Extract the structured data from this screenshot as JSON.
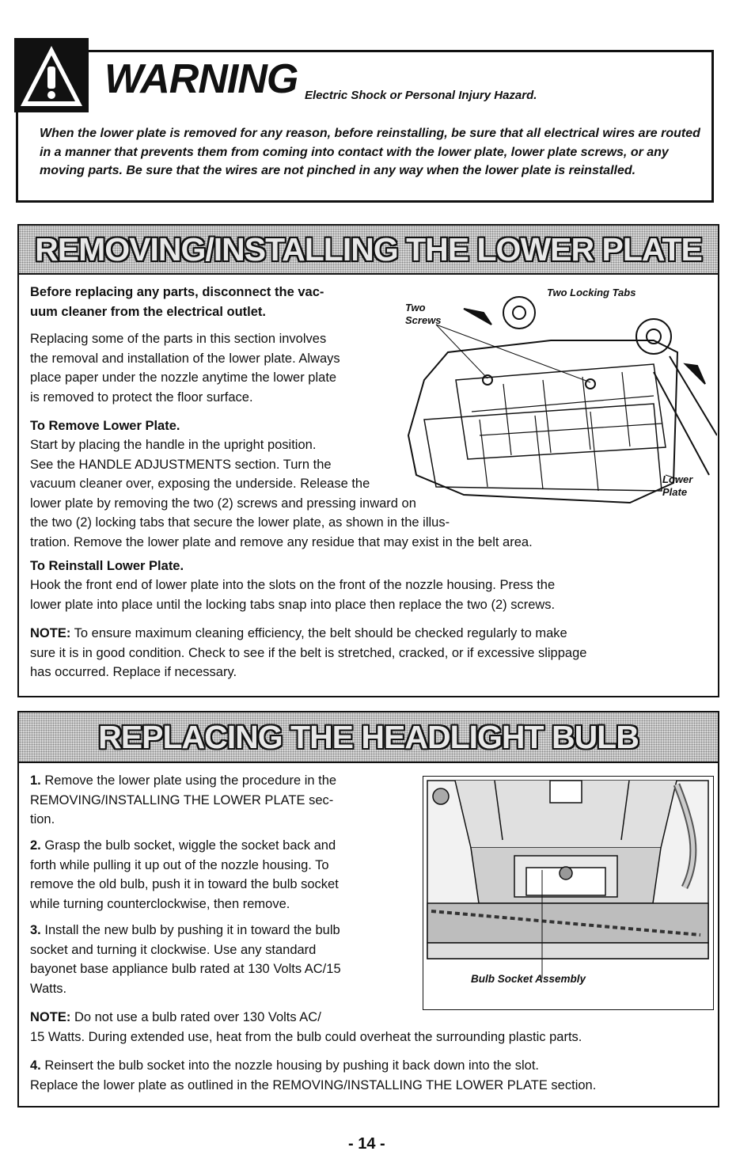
{
  "warning": {
    "title": "WARNING",
    "subtitle": "Electric Shock or Personal Injury Hazard.",
    "text": "When the lower plate is removed for any reason, before reinstalling, be sure that all electrical wires are routed in a manner that prevents them from coming into contact with the lower plate, lower plate screws, or any moving parts. Be sure that the wires are not pinched in any way when the lower plate is reinstalled."
  },
  "section1": {
    "title": "REMOVING/INSTALLING THE LOWER PLATE",
    "intro_bold_lines": [
      "Before replacing any parts, disconnect the vac-",
      "uum cleaner from the electrical outlet."
    ],
    "para1_lines": [
      "Replacing some of the parts in this section involves",
      "the removal and installation of the lower plate. Always",
      "place paper under the nozzle anytime the lower plate",
      "is removed to protect the floor surface."
    ],
    "remove_heading": "To Remove Lower Plate.",
    "remove_lines": [
      "Start by placing the handle in the upright position.",
      "See the HANDLE ADJUSTMENTS section. Turn the",
      "vacuum cleaner over, exposing the underside. Release the",
      "lower plate by removing the two (2) screws and pressing inward on",
      "the two (2) locking tabs that secure the lower plate, as shown in the illus-",
      "tration. Remove the lower plate and remove any residue that may exist in the belt area."
    ],
    "reinstall_heading": "To Reinstall Lower Plate.",
    "reinstall_lines": [
      "Hook the front end of lower plate into the slots on the front of the nozzle housing. Press the",
      "lower plate into place until the locking tabs snap into place then replace the two (2) screws."
    ],
    "note_label": "NOTE:",
    "note_lines": [
      "To ensure maximum cleaning efficiency, the belt should be checked regularly to make",
      "sure it is in good condition. Check to see if the belt is stretched, cracked, or if excessive slippage",
      "has occurred. Replace if necessary."
    ],
    "figure": {
      "label_tabs": "Two Locking Tabs",
      "label_screws_1": "Two",
      "label_screws_2": "Screws",
      "label_plate_1": "Lower",
      "label_plate_2": "Plate"
    }
  },
  "section2": {
    "title": "REPLACING THE HEADLIGHT BULB",
    "step1_num": "1.",
    "step1_lines": [
      "Remove the lower plate using the procedure in the",
      "REMOVING/INSTALLING THE LOWER PLATE sec-",
      "tion."
    ],
    "step2_num": "2.",
    "step2_lines": [
      "Grasp the bulb socket, wiggle the socket back and",
      "forth while pulling it up out of the nozzle housing. To",
      "remove the old bulb, push it in toward the bulb socket",
      "while turning counterclockwise, then remove."
    ],
    "step3_num": "3.",
    "step3_lines": [
      "Install the new bulb by pushing it in toward the bulb",
      "socket and turning it clockwise. Use any standard",
      "bayonet base appliance bulb rated at 130 Volts AC/15",
      "Watts."
    ],
    "note_label": "NOTE:",
    "note_lines": [
      "Do not use a bulb rated over 130 Volts AC/",
      "15 Watts. During extended use, heat from the bulb could overheat the surrounding plastic parts."
    ],
    "step4_num": "4.",
    "step4_lines": [
      "Reinsert the bulb socket into the nozzle housing by pushing it back down into the slot.",
      "Replace the lower plate as outlined in the REMOVING/INSTALLING THE LOWER PLATE section."
    ],
    "figure": {
      "label": "Bulb Socket Assembly"
    }
  },
  "page_number": "- 14 -"
}
